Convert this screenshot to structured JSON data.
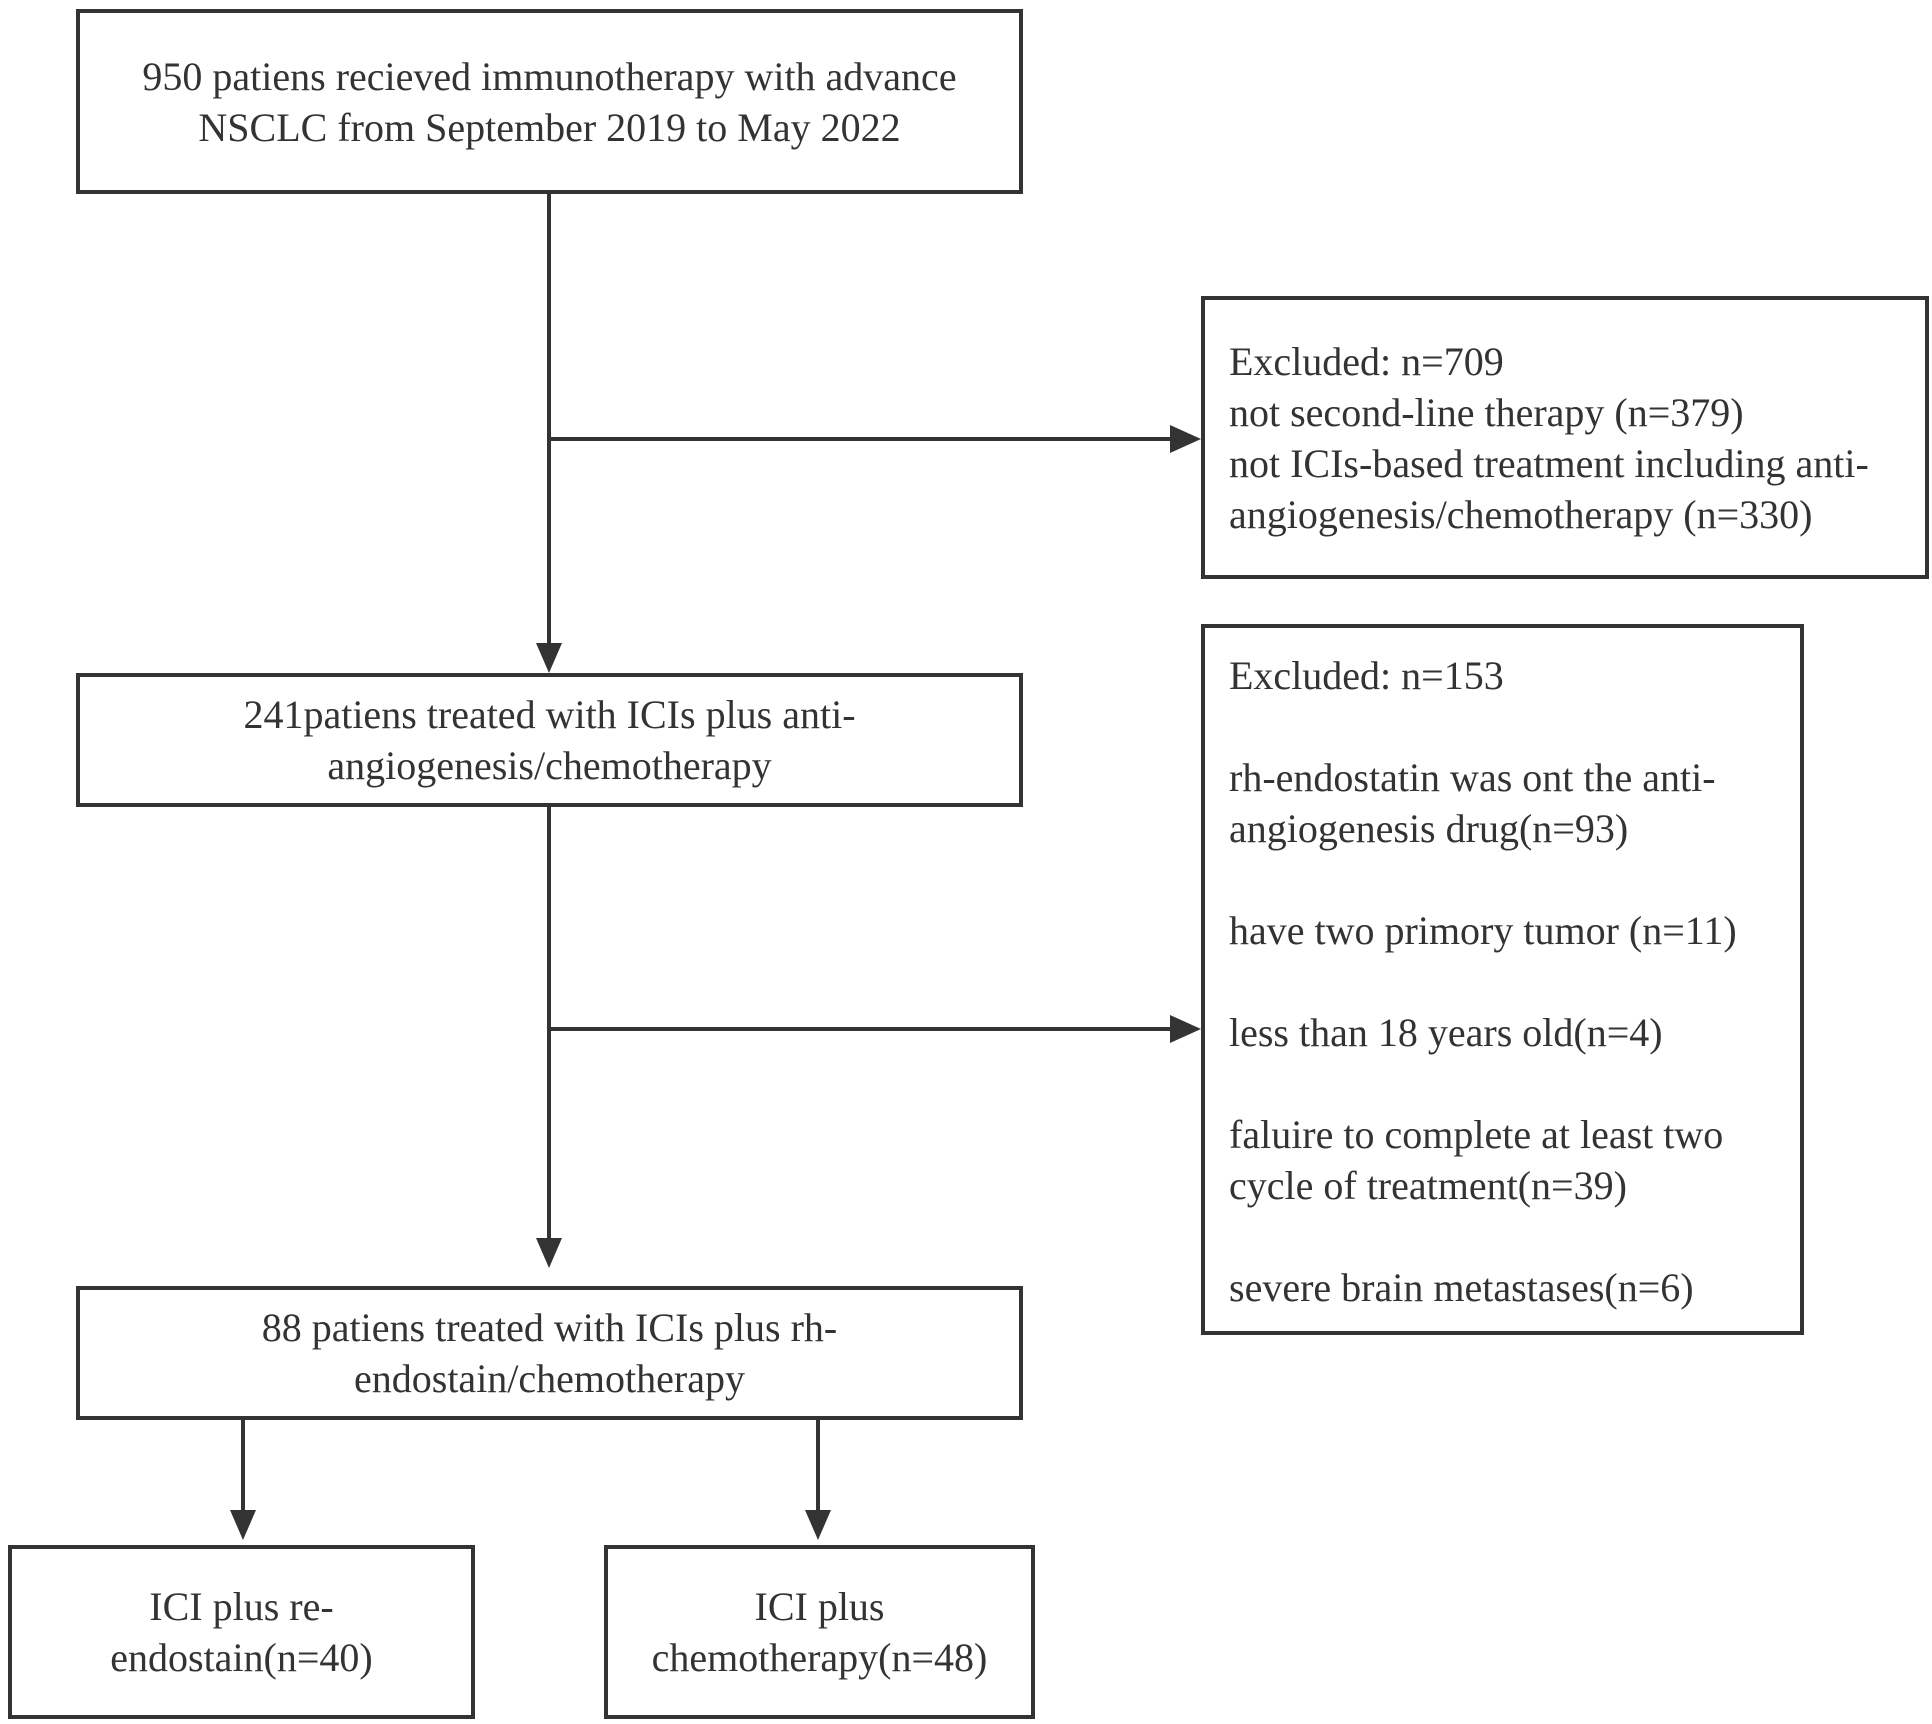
{
  "boxes": {
    "start": {
      "line1": "950 patiens recieved immunotherapy  with advance",
      "line2": "NSCLC from September 2019 to May 2022"
    },
    "excluded_1": {
      "line1": "Excluded: n=709",
      "line2": "not second-line therapy (n=379)",
      "line3": "not ICIs-based treatment including anti-",
      "line4": "angiogenesis/chemotherapy (n=330)"
    },
    "middle": {
      "line1": "241patiens treated with ICIs plus anti-",
      "line2": "angiogenesis/chemotherapy"
    },
    "excluded_2": {
      "line1": "Excluded: n=153",
      "line2": "rh-endostatin was ont the anti-",
      "line3": "angiogenesis drug(n=93)",
      "line4": "have two primory tumor (n=11)",
      "line5": "less than 18 years old(n=4)",
      "line6": "faluire to complete at least two",
      "line7": "cycle of treatment(n=39)",
      "line8": "severe brain metastases(n=6)"
    },
    "final": {
      "line1": "88 patiens treated with ICIs plus rh-",
      "line2": "endostain/chemotherapy"
    },
    "group_left": {
      "line1": "ICI plus re-",
      "line2": "endostain(n=40)"
    },
    "group_right": {
      "line1": "ICI plus",
      "line2": "chemotherapy(n=48)"
    }
  },
  "colors": {
    "stroke": "#333333",
    "text": "#333333",
    "background": "#ffffff"
  }
}
